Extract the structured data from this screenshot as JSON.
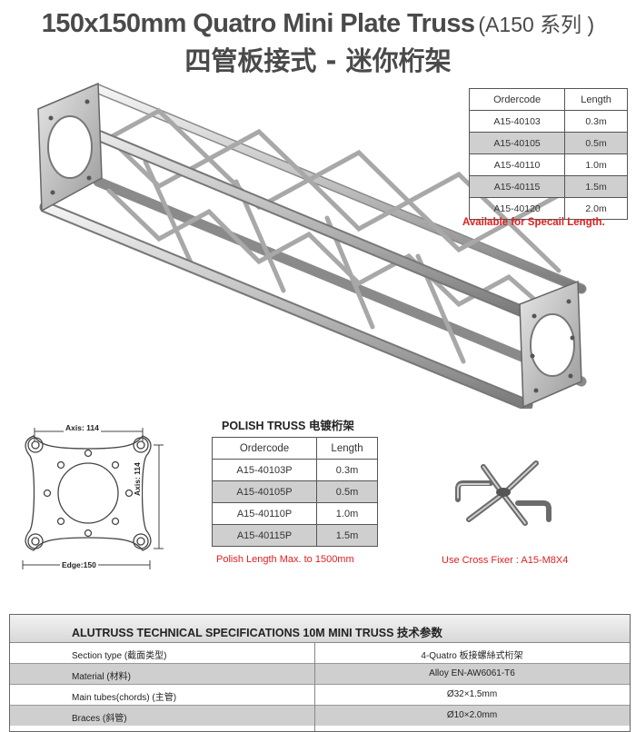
{
  "title": {
    "main": "150x150mm Quatro Mini Plate Truss",
    "series": "(A150 系列 )",
    "subtitle": "四管板接式 - 迷你桁架"
  },
  "length_table": {
    "headers": [
      "Ordercode",
      "Length"
    ],
    "rows": [
      [
        "A15-40103",
        "0.3m"
      ],
      [
        "A15-40105",
        "0.5m"
      ],
      [
        "A15-40110",
        "1.0m"
      ],
      [
        "A15-40115",
        "1.5m"
      ],
      [
        "A15-40120",
        "2.0m"
      ]
    ],
    "note": "Available for Specail Length."
  },
  "plate": {
    "axis_top": "Axis: 114",
    "axis_side": "Axis: 114",
    "edge": "Edge:150"
  },
  "polish": {
    "title": "POLISH TRUSS 电镀桁架",
    "headers": [
      "Ordercode",
      "Length"
    ],
    "rows": [
      [
        "A15-40103P",
        "0.3m"
      ],
      [
        "A15-40105P",
        "0.5m"
      ],
      [
        "A15-40110P",
        "1.0m"
      ],
      [
        "A15-40115P",
        "1.5m"
      ]
    ],
    "note": "Polish Length Max. to 1500mm"
  },
  "fixer": {
    "note": "Use Cross Fixer : A15-M8X4"
  },
  "specs": {
    "header": "ALUTRUSS TECHNICAL SPECIFICATIONS 10M MINI TRUSS   技术参数",
    "rows": [
      {
        "label": "Section type  (截面类型)",
        "value": "4-Quatro  板接螺絲式桁架"
      },
      {
        "label": "Material  (材料)",
        "value": "Alloy EN-AW6061-T6"
      },
      {
        "label": "Main tubes(chords)  (主管)",
        "value": "Ø32×1.5mm"
      },
      {
        "label": "Braces   (斜管)",
        "value": "Ø10×2.0mm"
      }
    ]
  },
  "colors": {
    "accent_red": "#e02020",
    "row_gray": "#cfcfcf",
    "metal": "#c8c8c8"
  }
}
